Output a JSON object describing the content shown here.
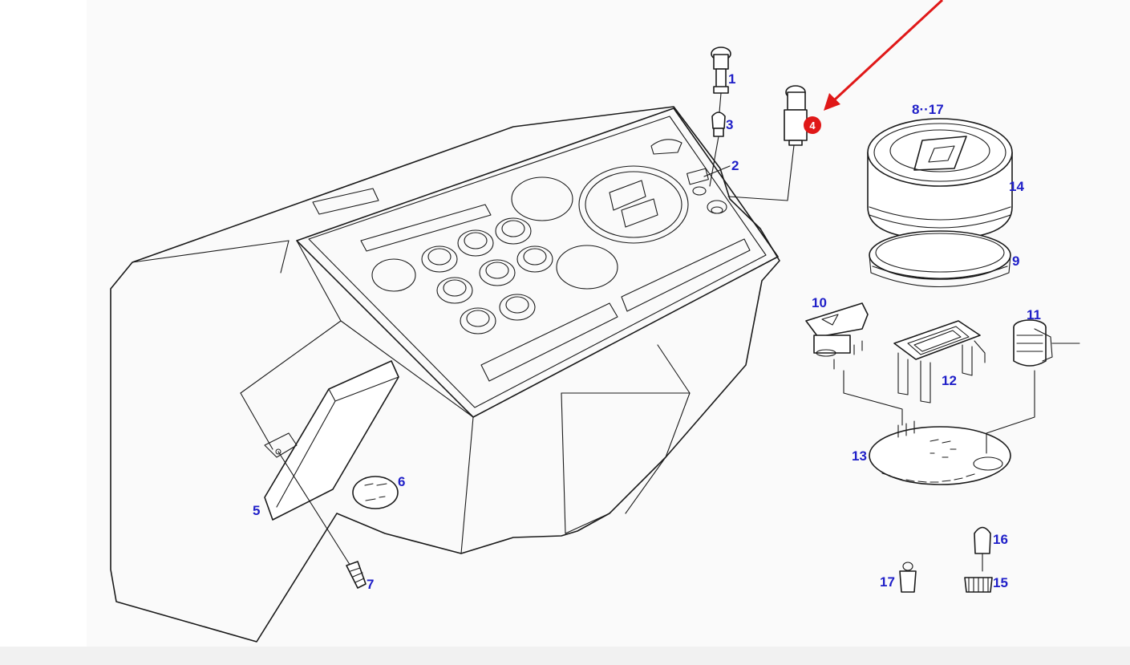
{
  "colors": {
    "callout": "#1f1fc8",
    "highlight": "#e01818",
    "line": "#1a1a1a",
    "band": "#f1f1f1"
  },
  "callouts": [
    {
      "id": "1",
      "label": "1"
    },
    {
      "id": "2",
      "label": "2"
    },
    {
      "id": "3",
      "label": "3"
    },
    {
      "id": "5",
      "label": "5"
    },
    {
      "id": "6",
      "label": "6"
    },
    {
      "id": "7",
      "label": "7"
    },
    {
      "id": "8-17",
      "label": "8··17"
    },
    {
      "id": "9",
      "label": "9"
    },
    {
      "id": "10",
      "label": "10"
    },
    {
      "id": "11",
      "label": "11"
    },
    {
      "id": "12",
      "label": "12"
    },
    {
      "id": "13",
      "label": "13"
    },
    {
      "id": "14",
      "label": "14"
    },
    {
      "id": "15",
      "label": "15"
    },
    {
      "id": "16",
      "label": "16"
    },
    {
      "id": "17",
      "label": "17"
    }
  ],
  "highlighted_part": {
    "label": "4"
  }
}
